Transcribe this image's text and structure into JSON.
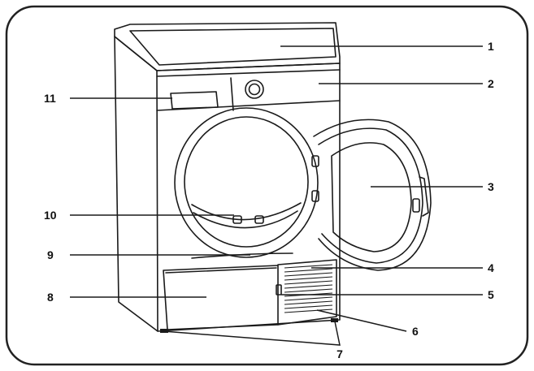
{
  "colors": {
    "stroke": "#1a1a1a",
    "frame": "#222222",
    "background": "#ffffff"
  },
  "callouts": [
    {
      "id": "1",
      "label": "1"
    },
    {
      "id": "2",
      "label": "2"
    },
    {
      "id": "3",
      "label": "3"
    },
    {
      "id": "4",
      "label": "4"
    },
    {
      "id": "5",
      "label": "5"
    },
    {
      "id": "6",
      "label": "6"
    },
    {
      "id": "7",
      "label": "7"
    },
    {
      "id": "8",
      "label": "8"
    },
    {
      "id": "9",
      "label": "9"
    },
    {
      "id": "10",
      "label": "10"
    },
    {
      "id": "11",
      "label": "11"
    }
  ]
}
